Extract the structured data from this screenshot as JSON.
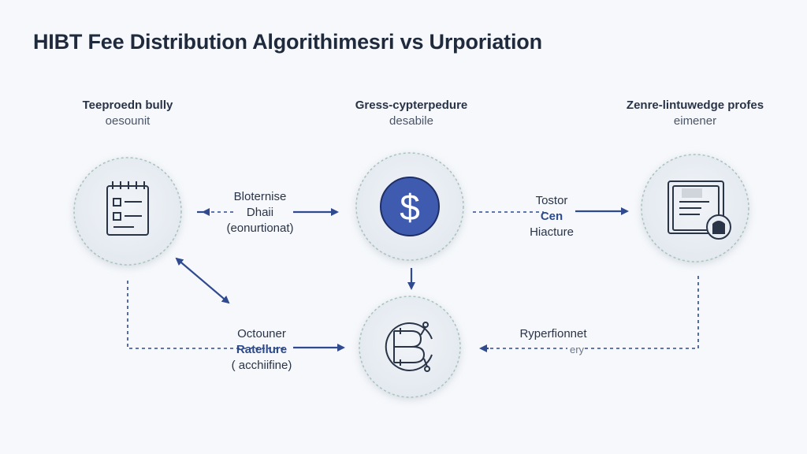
{
  "title": "HIBT Fee Distribution Algorithimesri vs Urporiation",
  "columns": [
    {
      "line1": "Teeproedn bully",
      "line2": "oesounit"
    },
    {
      "line1": "Gress-cypterpedure",
      "line2": "desabile"
    },
    {
      "line1": "Zenre-lintuwedge profes",
      "line2": "eimener"
    }
  ],
  "edge_labels": {
    "top_left": {
      "line1": "Bloternise",
      "line2": "Dhaii",
      "line3": "(eonurtionat)"
    },
    "top_right": {
      "line1": "Tostor",
      "line2": "Cen",
      "line3": "Hiacture"
    },
    "bottom_left": {
      "line1": "Octouner",
      "line2": "Ratellure",
      "line3": "( acchiifine)"
    },
    "bottom_right": {
      "line1": "Ryperfionnet",
      "line2": "ery"
    }
  },
  "icons": {
    "node_left": "document-list-icon",
    "node_center_top": "dollar-coin-icon",
    "node_right": "document-lock-icon",
    "node_center_bottom": "bitcoin-circuit-icon"
  },
  "colors": {
    "arrow": "#2f4a8f",
    "coin": "#3f5bb0",
    "node_fill": "#e9eef4",
    "node_border": "#a9c2bd"
  }
}
